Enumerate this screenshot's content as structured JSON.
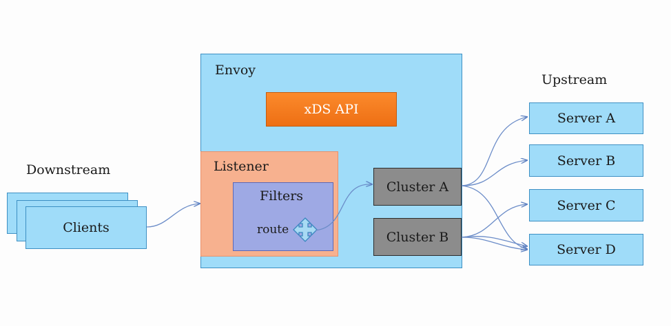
{
  "downstream": {
    "label": "Downstream",
    "clients_label": "Clients"
  },
  "envoy": {
    "label": "Envoy",
    "xds_label": "xDS API",
    "listener": {
      "label": "Listener",
      "filters_label": "Filters",
      "route_label": "route"
    },
    "clusters": [
      {
        "label": "Cluster A"
      },
      {
        "label": "Cluster B"
      }
    ]
  },
  "upstream": {
    "label": "Upstream",
    "servers": [
      {
        "label": "Server A"
      },
      {
        "label": "Server B"
      },
      {
        "label": "Server C"
      },
      {
        "label": "Server D"
      }
    ]
  }
}
